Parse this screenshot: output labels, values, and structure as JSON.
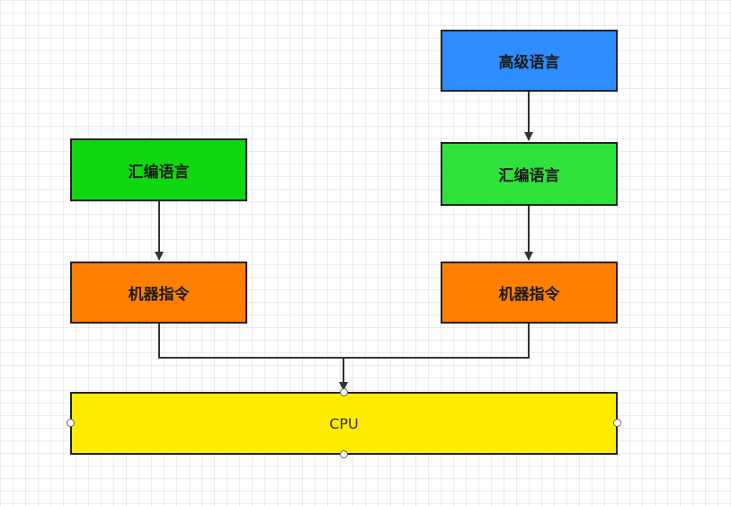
{
  "diagram": {
    "nodes": {
      "high_level_lang": {
        "label": "高级语言",
        "color": "#2e8dff"
      },
      "assembly_right": {
        "label": "汇编语言",
        "color": "#2fe23a"
      },
      "machine_right": {
        "label": "机器指令",
        "color": "#ff8000"
      },
      "assembly_left": {
        "label": "汇编语言",
        "color": "#10d810"
      },
      "machine_left": {
        "label": "机器指令",
        "color": "#ff8000"
      },
      "cpu": {
        "label": "CPU",
        "color": "#ffec00"
      }
    },
    "edges": [
      {
        "from": "high_level_lang",
        "to": "assembly_right"
      },
      {
        "from": "assembly_right",
        "to": "machine_right"
      },
      {
        "from": "assembly_left",
        "to": "machine_left"
      },
      {
        "from": "machine_left",
        "to": "cpu"
      },
      {
        "from": "machine_right",
        "to": "cpu"
      }
    ]
  }
}
